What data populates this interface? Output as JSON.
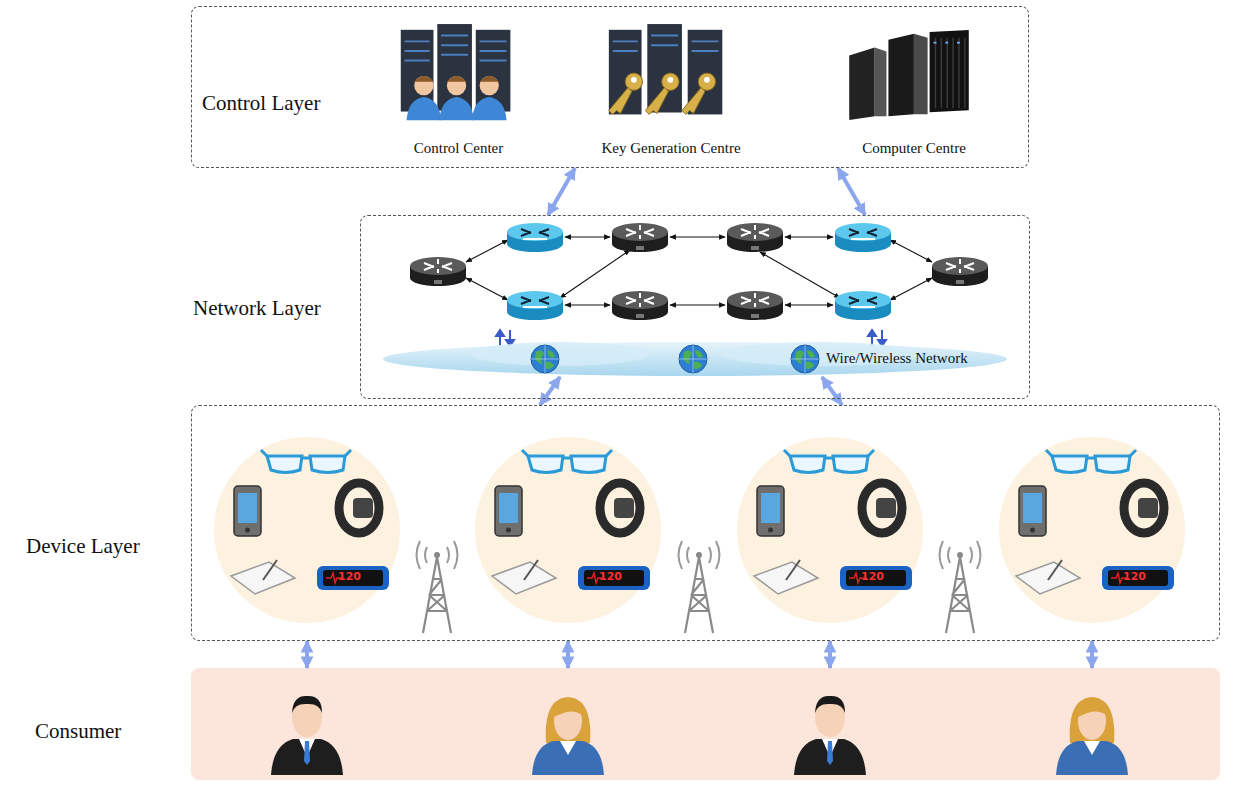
{
  "diagram": {
    "nodes": [
      {
        "text": [
          "Control Layer"
        ]
      },
      {
        "text": [
          "Control Center"
        ],
        "in": 0
      },
      {
        "text": [
          "Key Generation Centre"
        ],
        "in": 0
      },
      {
        "text": [
          "Computer Centre"
        ],
        "in": 0
      },
      {
        "text": [
          "Network Layer"
        ]
      },
      {
        "text": [
          "Wire/Wireless Network"
        ],
        "in": 4
      },
      {
        "text": [
          "Device Layer"
        ]
      },
      {
        "text": [
          "Consumer"
        ]
      }
    ],
    "edges": [
      {
        "from": 0,
        "to": 4,
        "arrow": "both"
      },
      {
        "from": 0,
        "to": 4,
        "arrow": "both"
      },
      {
        "from": 5,
        "to": 6,
        "arrow": "both"
      },
      {
        "from": 5,
        "to": 6,
        "arrow": "both"
      },
      {
        "from": 6,
        "to": 7,
        "arrow": "both"
      },
      {
        "from": 6,
        "to": 7,
        "arrow": "both"
      },
      {
        "from": 6,
        "to": 7,
        "arrow": "both"
      },
      {
        "from": 6,
        "to": 7,
        "arrow": "both"
      }
    ],
    "labels": [
      "120",
      "120",
      "120",
      "120"
    ]
  }
}
